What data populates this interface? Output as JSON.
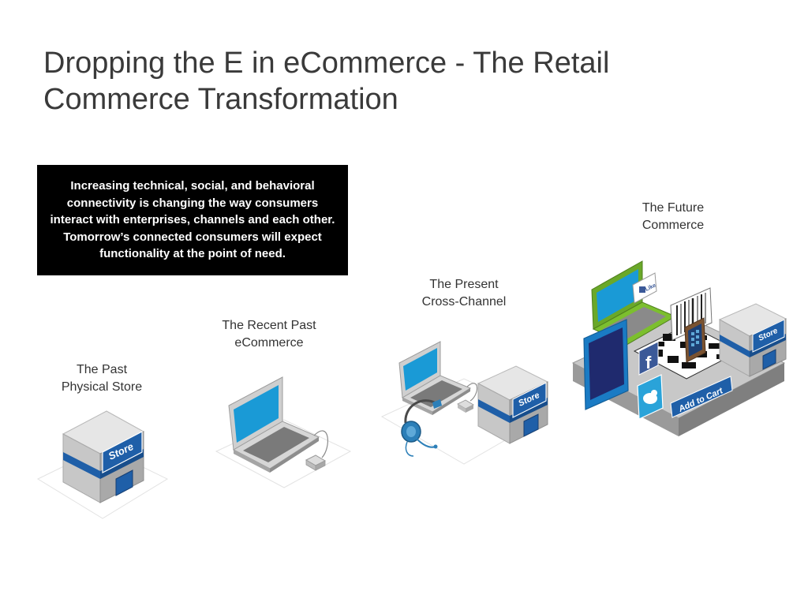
{
  "slide": {
    "title_line1": "Dropping the E in eCommerce - The Retail",
    "title_line2": "Commerce Transformation"
  },
  "callout": {
    "text": "Increasing technical, social, and behavioral connectivity is changing the way consumers interact with enterprises, channels and each other. Tomorrow’s connected consumers will expect functionality at the point of need."
  },
  "stages": [
    {
      "line1": "The Past",
      "line2": "Physical Store"
    },
    {
      "line1": "The Recent Past",
      "line2": "eCommerce"
    },
    {
      "line1": "The Present",
      "line2": "Cross-Channel"
    },
    {
      "line1": "The Future",
      "line2": "Commerce"
    }
  ],
  "store_sign": "Store",
  "future": {
    "like_label": "Like",
    "facebook_glyph": "f",
    "add_to_cart_label": "Add to Cart"
  },
  "colors": {
    "store_blue": "#1f5fa8",
    "screen_blue": "#1a9ad6",
    "green": "#7cbf2e",
    "building_gray": "#d6d6d6"
  }
}
